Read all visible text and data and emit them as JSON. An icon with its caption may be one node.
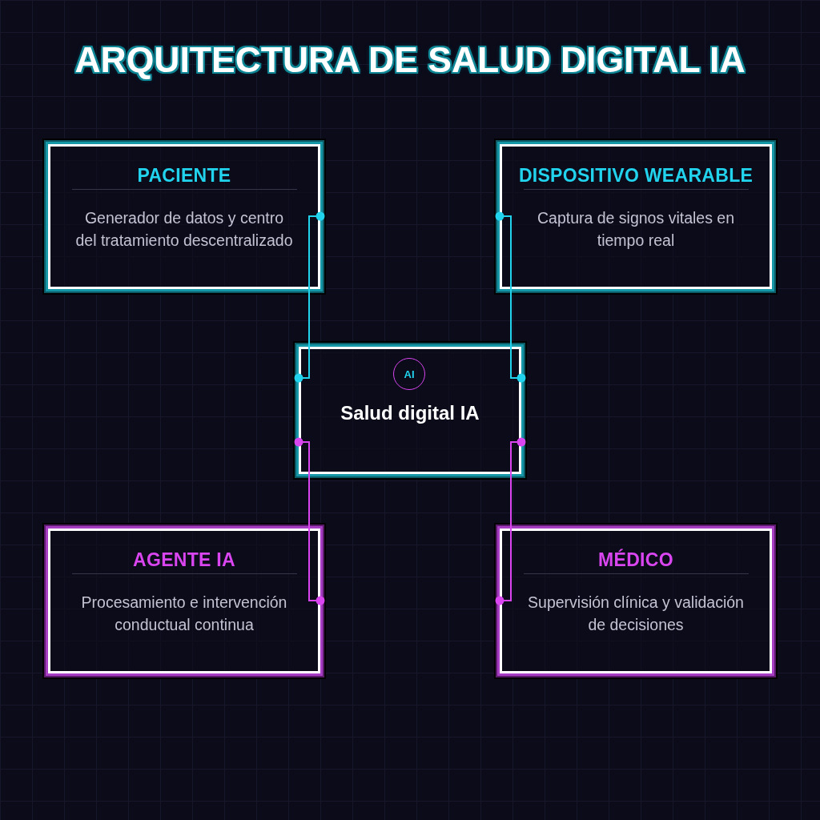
{
  "diagram": {
    "title": "ARQUITECTURA DE SALUD DIGITAL IA",
    "nodes": [
      {
        "text": [
          "PACIENTE",
          "Generador de datos y centro del tratamiento descentralizado"
        ]
      },
      {
        "text": [
          "DISPOSITIVO WEARABLE",
          "Captura de signos vitales en tiempo real"
        ]
      },
      {
        "text": [
          "Salud digital IA"
        ]
      },
      {
        "text": [
          "AI"
        ],
        "in": 2
      },
      {
        "text": [
          "AGENTE IA",
          "Procesamiento e intervención conductual continua"
        ]
      },
      {
        "text": [
          "MÉDICO",
          "Supervisión clínica y validación de decisiones"
        ]
      }
    ],
    "edges": [
      {
        "from": 0,
        "to": 2,
        "arrow": "other",
        "color": "#22d3ee"
      },
      {
        "from": 1,
        "to": 2,
        "arrow": "other",
        "color": "#22d3ee"
      },
      {
        "from": 2,
        "to": 4,
        "arrow": "other",
        "color": "#d946ef"
      },
      {
        "from": 2,
        "to": 5,
        "arrow": "other",
        "color": "#d946ef"
      }
    ]
  }
}
